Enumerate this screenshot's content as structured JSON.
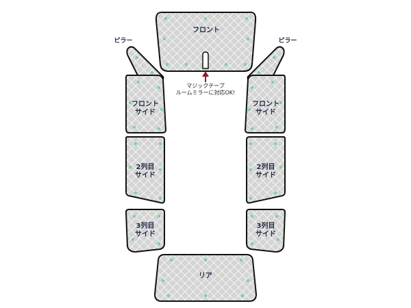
{
  "panels": {
    "front": "フロント",
    "pillar_left": "ピラー",
    "pillar_right": "ピラー",
    "front_side_left": [
      "フロント",
      "サイド"
    ],
    "front_side_right": [
      "フロント",
      "サイド"
    ],
    "row2_side_left": [
      "2列目",
      "サイド"
    ],
    "row2_side_right": [
      "2列目",
      "サイド"
    ],
    "row3_side_left": [
      "3列目",
      "サイド"
    ],
    "row3_side_right": [
      "3列目",
      "サイド"
    ],
    "rear": "リア"
  },
  "note": {
    "line1": "マジックテープ",
    "line2": "ルームミラーに対応OK!"
  },
  "colors": {
    "panel_fill": "#d4d4d4",
    "panel_stroke": "#111111",
    "quilt_line": "#f4f4f4",
    "dot": "#7ecfa6",
    "arrow": "#8b1a2e",
    "label": "#1f2a44"
  }
}
